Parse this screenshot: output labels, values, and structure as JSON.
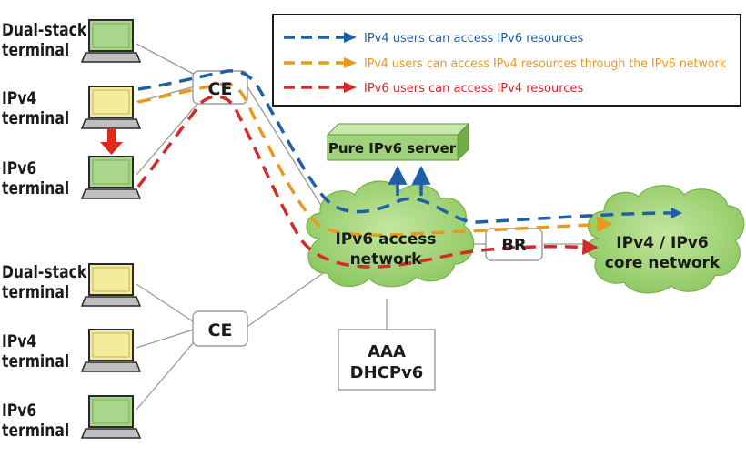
{
  "terminals_top": [
    {
      "label_line1": "Dual-stack",
      "label_line2": "terminal"
    },
    {
      "label_line1": "IPv4",
      "label_line2": "terminal"
    },
    {
      "label_line1": "IPv6",
      "label_line2": "terminal"
    }
  ],
  "terminals_bottom": [
    {
      "label_line1": "Dual-stack",
      "label_line2": "terminal"
    },
    {
      "label_line1": "IPv4",
      "label_line2": "terminal"
    },
    {
      "label_line1": "IPv6",
      "label_line2": "terminal"
    }
  ],
  "nodes": {
    "ce_top": "CE",
    "ce_bottom": "CE",
    "server": "Pure IPv6 server",
    "access_line1": "IPv6 access",
    "access_line2": "network",
    "br": "BR",
    "core_line1": "IPv4 / IPv6",
    "core_line2": "core network",
    "aaa_line1": "AAA",
    "aaa_line2": "DHCPv6"
  },
  "legend": [
    {
      "label": "IPv4 users can access IPv6 resources",
      "color": "#1f5fa8"
    },
    {
      "label": "IPv4 users can access IPv4 resources through the IPv6 network",
      "color": "#e89a1c"
    },
    {
      "label": "IPv6 users can access IPv4 resources",
      "color": "#d42a2a"
    }
  ],
  "colors": {
    "cloud_fill": "#a5d67a",
    "cloud_stroke": "#7ab050",
    "server_fill": "#9fd27a",
    "terminal_ipv4_screen": "#f4ec9a",
    "terminal_other_screen": "#a8d68a",
    "link_gray": "#9a9a9a",
    "arrow_red": "#dd2a1a"
  },
  "icons": [
    "laptop-icon",
    "cloud-icon",
    "server-icon",
    "arrow-down-icon"
  ]
}
